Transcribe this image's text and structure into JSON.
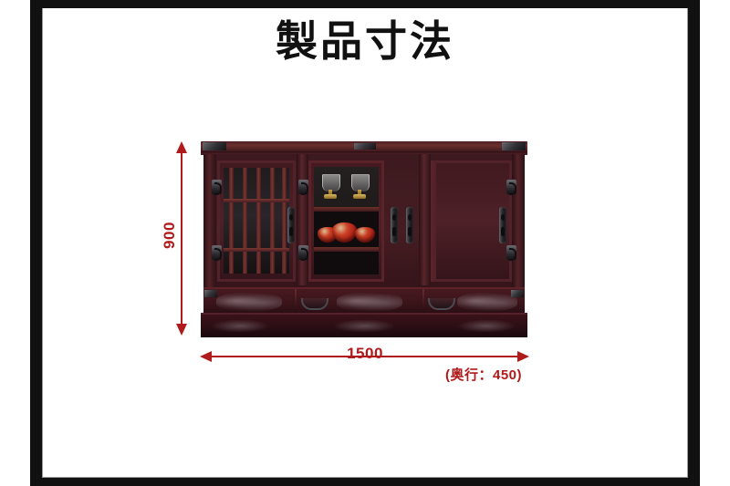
{
  "page": {
    "title": "製品寸法",
    "background_color": "#ffffff",
    "frame_color": "#111111"
  },
  "dimensions": {
    "accent_color": "#b01a1a",
    "height_label": "900",
    "width_label": "1500",
    "depth_label": "(奥行：450)"
  },
  "product": {
    "type": "japanese-display-cabinet",
    "wood_color": "#451d22",
    "hardware_color": "#2e2e33",
    "doors": [
      {
        "kind": "lattice",
        "position": "left",
        "slat_count": 5,
        "rail_count": 2
      },
      {
        "kind": "glass",
        "position": "center-left",
        "shelves": 2
      },
      {
        "kind": "glass",
        "position": "center-right",
        "shelves": 2
      },
      {
        "kind": "lattice",
        "position": "right",
        "slat_count": 5,
        "rail_count": 2
      }
    ],
    "contents": {
      "top_shelf": "crystal goblets with gold stems",
      "middle_shelf": "red lacquer bowls"
    },
    "lower_band": "carved floral relief panels with metal drawer pull",
    "base": "carved plinth"
  }
}
